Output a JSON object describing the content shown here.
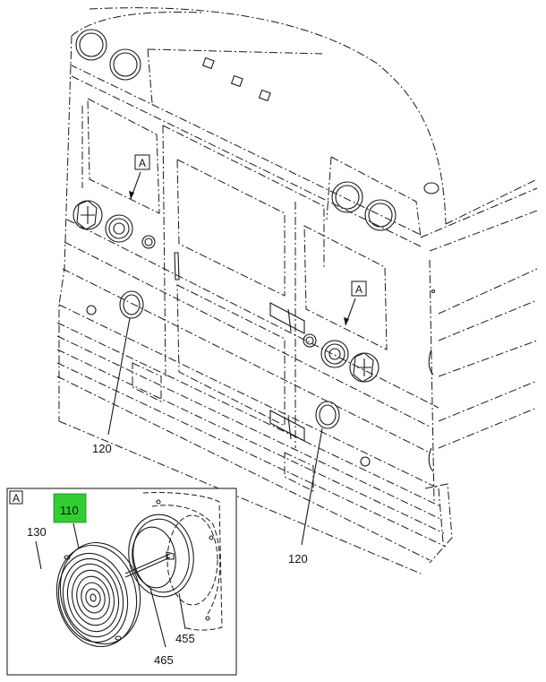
{
  "view_tag_main_left": "A",
  "view_tag_main_right": "A",
  "detail_view_tag": "A",
  "callouts": {
    "left_light": "120",
    "right_light": "120",
    "highlighted_part": "110",
    "lens": "130",
    "gasket": "455",
    "ring": "465"
  },
  "highlight_color": "#33cc33"
}
